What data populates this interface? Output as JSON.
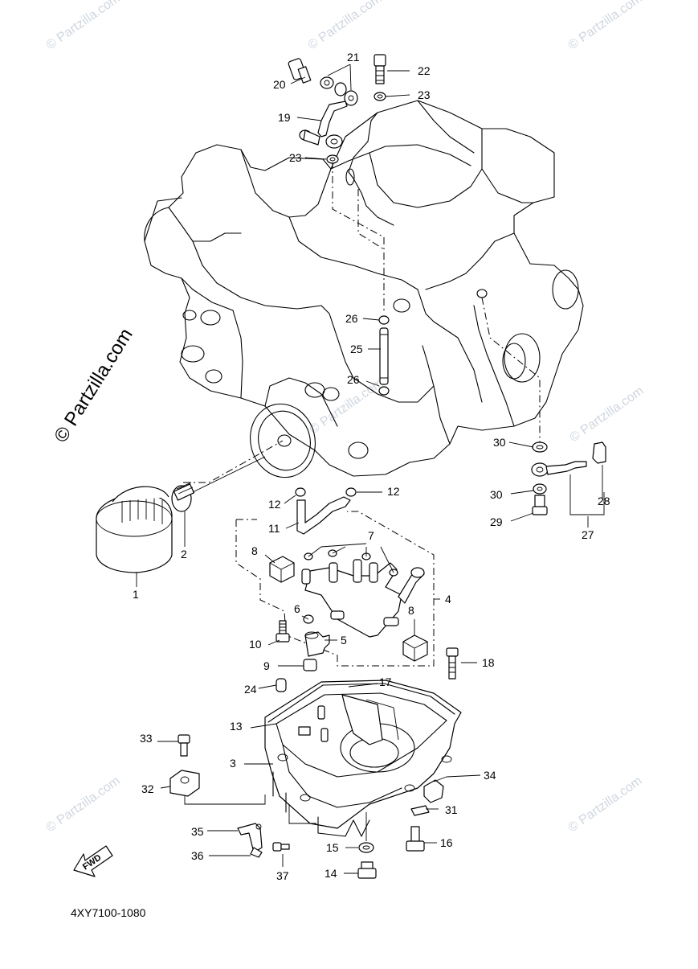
{
  "watermark_text": "© Partzilla.com",
  "copyright_text": "© Partzilla.com",
  "diagram_code": "4XY7100-1080",
  "fwd_label": "FWD",
  "callouts": {
    "c1": "1",
    "c2": "2",
    "c3": "3",
    "c4": "4",
    "c5": "5",
    "c6": "6",
    "c7": "7",
    "c8a": "8",
    "c8b": "8",
    "c9": "9",
    "c10": "10",
    "c11": "11",
    "c12a": "12",
    "c12b": "12",
    "c13": "13",
    "c14": "14",
    "c15": "15",
    "c16": "16",
    "c17": "17",
    "c18": "18",
    "c19": "19",
    "c20": "20",
    "c21": "21",
    "c22": "22",
    "c23a": "23",
    "c23b": "23",
    "c24": "24",
    "c25": "25",
    "c26a": "26",
    "c26b": "26",
    "c27": "27",
    "c28": "28",
    "c29": "29",
    "c30a": "30",
    "c30b": "30",
    "c31": "31",
    "c32": "32",
    "c33": "33",
    "c34": "34",
    "c35": "35",
    "c36": "36",
    "c37": "37"
  }
}
